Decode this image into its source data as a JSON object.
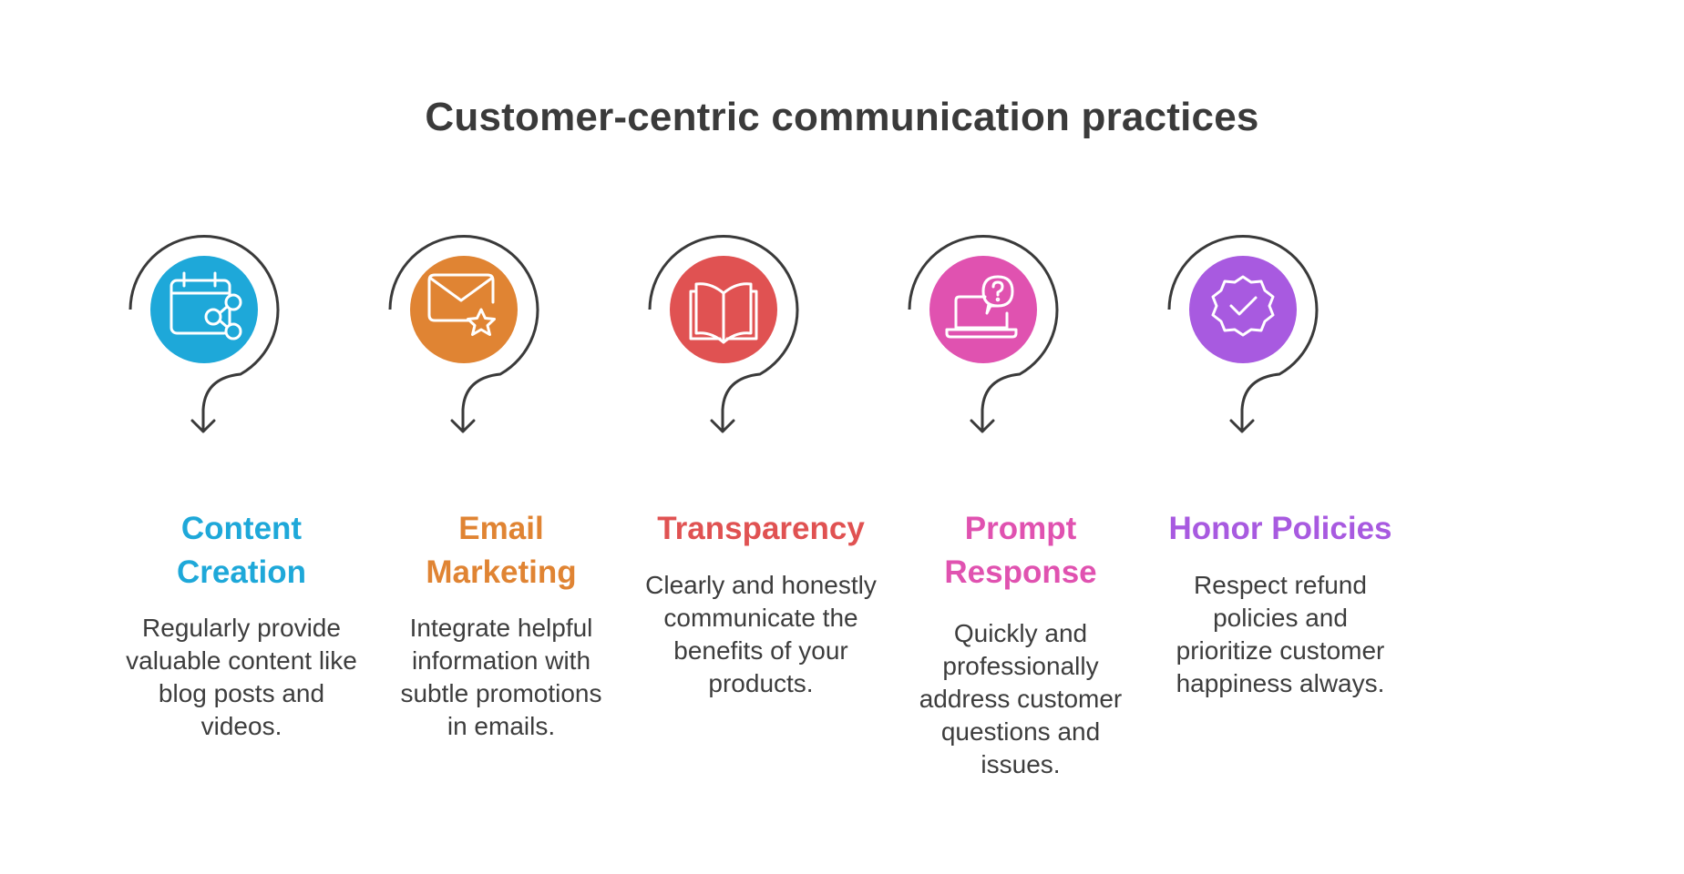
{
  "title": "Customer-centric communication practices",
  "steps": [
    {
      "heading_lines": [
        "Content",
        "Creation"
      ],
      "description_lines": [
        "Regularly provide",
        "valuable content like",
        "blog posts and",
        "videos."
      ],
      "icon": "calendar-share-icon",
      "color": "#1ea8d9"
    },
    {
      "heading_lines": [
        "Email",
        "Marketing"
      ],
      "description_lines": [
        "Integrate helpful",
        "information with",
        "subtle promotions",
        "in emails."
      ],
      "icon": "envelope-star-icon",
      "color": "#e08433"
    },
    {
      "heading_lines": [
        "Transparency"
      ],
      "description_lines": [
        "Clearly and honestly",
        "communicate the",
        "benefits of your",
        "products."
      ],
      "icon": "open-book-icon",
      "color": "#e05252"
    },
    {
      "heading_lines": [
        "Prompt",
        "Response"
      ],
      "description_lines": [
        "Quickly and",
        "professionally",
        "address customer",
        "questions and",
        "issues."
      ],
      "icon": "laptop-question-icon",
      "color": "#e052b0"
    },
    {
      "heading_lines": [
        "Honor Policies"
      ],
      "description_lines": [
        "Respect refund",
        "policies and",
        "prioritize customer",
        "happiness always."
      ],
      "icon": "badge-check-icon",
      "color": "#a85ae0"
    }
  ],
  "colors": {
    "title": "#3a3a3a",
    "text": "#3d3d3d",
    "arc": "#3a3a3a"
  }
}
